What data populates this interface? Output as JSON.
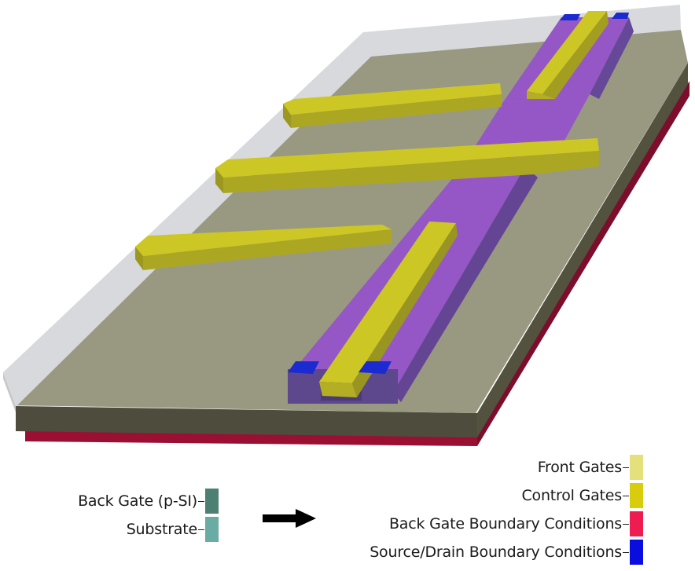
{
  "legend": {
    "left": [
      {
        "label": "Back Gate (p-SI)",
        "color": "#4e7f73"
      },
      {
        "label": "Substrate",
        "color": "#6aaba4"
      }
    ],
    "right": [
      {
        "label": "Front Gates",
        "color": "#e4e17d"
      },
      {
        "label": "Control Gates",
        "color": "#d7cd0d"
      },
      {
        "label": "Back Gate Boundary Conditions",
        "color": "#ef1c52"
      },
      {
        "label": "Source/Drain Boundary Conditions",
        "color": "#0a0de0"
      }
    ]
  },
  "colors": {
    "gate_top": "#ccc724",
    "gate_side": "#8e8b1d",
    "channel": "#9658c6",
    "channel_dark": "#61478e",
    "slab_top": "#9a9a82",
    "oxide_rim": "#d7d8dc",
    "red_layer": "#8a1030",
    "blue_contact": "#1d2ccf"
  }
}
